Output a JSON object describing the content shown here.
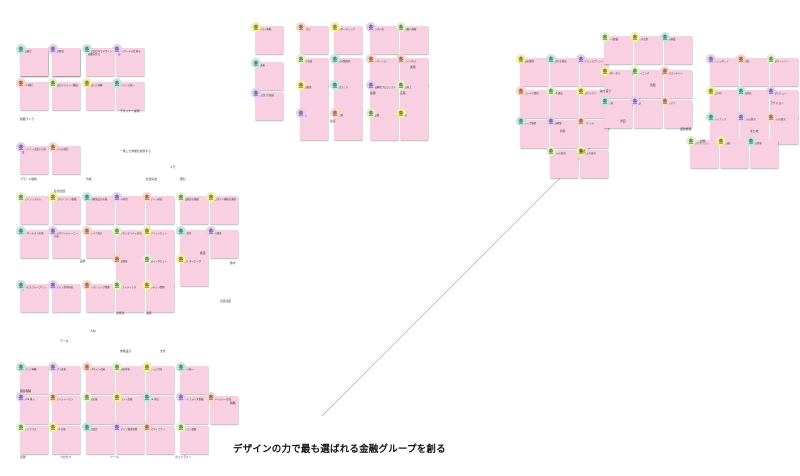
{
  "board_title": "デザインの力で最も選ばれる金融グループを創る",
  "avatar_glyph": "金",
  "colors": {
    "note_pink": "#f9cfe2",
    "line": "#9e9e9e",
    "avatar_green": "#dff3c4",
    "avatar_yellow": "#f5ef9b",
    "avatar_teal": "#bfe9df",
    "avatar_purple": "#e6ccf5",
    "avatar_salmon": "#ffd2c4"
  },
  "notes": [
    "ツール導入のチームを構築する",
    "専任UIデザイナーの採用",
    "事業会社内でデザイン組織を作る",
    "UXリサーチの仕組み化",
    "CPO 体制",
    "組織のカルチャー醸成",
    "一貫した体験",
    "ブランドの統一",
    "パートナー企業との協業",
    "社外への発信",
    "デザインシステム",
    "UI ガイドライン整備",
    "社内勉強会の実施",
    "新卒採用",
    "デザイン研修",
    "評価制度の整備",
    "プロダクト横断の連携",
    "ユーザーテスト実施",
    "カスタマージャーニー作成",
    "ペルソナ設計",
    "アクセシビリティ対応",
    "デザインレビュー",
    "KPI 設定",
    "定性調査",
    "定量調査",
    "顧客インタビュー",
    "プロトタイピング",
    "サービスブループリント",
    "デザイン思考研修",
    "ワークショップ開催",
    "UX ライティング",
    "コンテンツ戦略",
    "ブランド体験",
    "アプリ改善",
    "Webサイト改善",
    "業務効率化",
    "ナレッジ共有",
    "ツール統一",
    "Figma 導入",
    "デザイントークン",
    "採用広報",
    "イベント登壇",
    "note 発信",
    "ポートフォリオ整備",
    "マネージャー育成",
    "キャリアパス",
    "1on1 実施",
    "目標設定",
    "デザイン資産管理",
    "素材ライブラリ",
    "アイコン整備",
    "イラスト整備",
    "UI 改善",
    "問い合わせ削減",
    "CX 向上",
    "NPS 改善",
    "オンボーディング",
    "手続き簡略化",
    "デジタル化",
    "ペーパーレス",
    "経営層の理解",
    "予算確保",
    "体制づくり",
    "組織横断プロジェクト",
    "スピード向上",
    "品質向上",
    "信頼の獲得",
    "選ばれる理由",
    "デザインスプリント",
    "アジャイル開発",
    "MVP 検証",
    "改善サイクル",
    "グループ連携",
    "共通基盤",
    "ガバナンス",
    "ルール整備",
    "データ活用",
    "分析基盤",
    "ダッシュボード",
    "可視化",
    "外部パートナー",
    "副業人材",
    "業務委託",
    "外部レビュー",
    "教育コンテンツ",
    "eラーニング",
    "社内ポータル",
    "ハンドブック",
    "Aさんの意見",
    "Bさんの意見",
    "Cさんの意見",
    "Dさんの意見",
    "まとめ",
    "課題",
    "アイデア",
    "次のアクション",
    "振り返り",
    "合意事項",
    "メモ",
    "その他",
    "未整理",
    "保留",
    "追加検討",
    "確認事項"
  ],
  "labels": [
    "デザイナー採用",
    "組織づくり",
    "一貫した体験を提供する",
    "ブランド価値",
    "社内浸透",
    "仕組み化",
    "発信",
    "育成",
    "品質",
    "効率化",
    "連携",
    "データ",
    "体験設計",
    "顧客理解",
    "人材",
    "文化",
    "意思決定",
    "戦略",
    "ガイドライン",
    "ツール",
    "プロセス",
    "評価",
    "採用",
    "広報",
    "運用",
    "改善",
    "共有",
    "検証",
    "課題整理",
    "目標",
    "まとめ",
    "アクション",
    "振り返り",
    "次回",
    "宿題",
    "メモ",
    "補足",
    "参考"
  ]
}
